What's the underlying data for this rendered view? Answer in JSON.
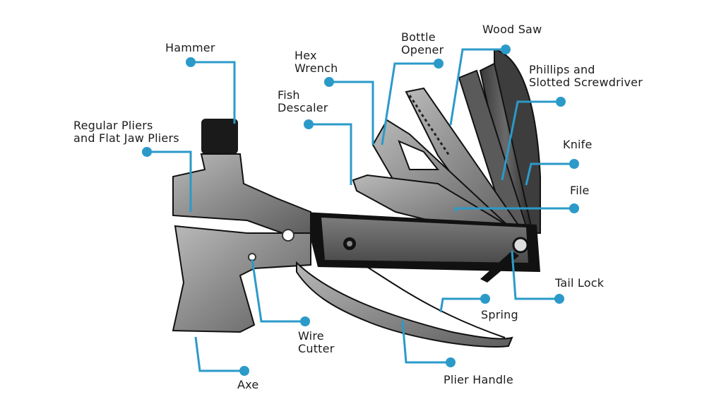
{
  "diagram": {
    "title": "Multi-tool parts",
    "accent_color": "#2b9ac9",
    "parts": [
      {
        "id": "hammer",
        "label": "Hammer"
      },
      {
        "id": "pliers",
        "label": "Regular Pliers\nand Flat Jaw Pliers"
      },
      {
        "id": "hex-wrench",
        "label": "Hex\nWrench"
      },
      {
        "id": "fish-descaler",
        "label": "Fish\nDescaler"
      },
      {
        "id": "bottle-opener",
        "label": "Bottle\nOpener"
      },
      {
        "id": "wood-saw",
        "label": "Wood Saw"
      },
      {
        "id": "screwdriver",
        "label": "Phillips and\nSlotted Screwdriver"
      },
      {
        "id": "knife",
        "label": "Knife"
      },
      {
        "id": "file",
        "label": "File"
      },
      {
        "id": "tail-lock",
        "label": "Tail Lock"
      },
      {
        "id": "spring",
        "label": "Spring"
      },
      {
        "id": "plier-handle",
        "label": "Plier Handle"
      },
      {
        "id": "wire-cutter",
        "label": "Wire\nCutter"
      },
      {
        "id": "axe",
        "label": "Axe"
      }
    ]
  }
}
